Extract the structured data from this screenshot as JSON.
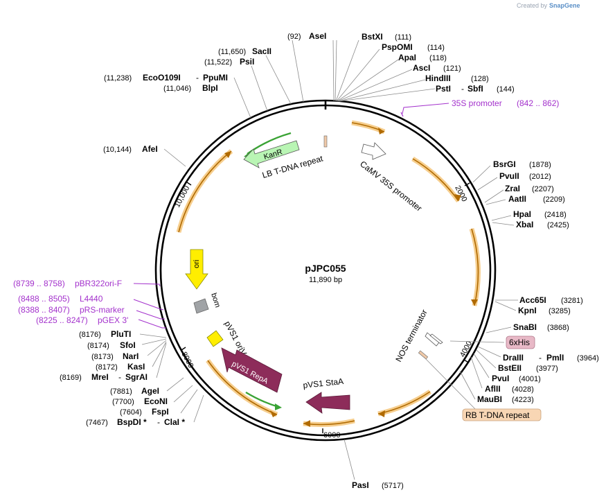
{
  "watermark": {
    "prefix": "Created by",
    "brand": "SnapGene"
  },
  "plasmid": {
    "name": "pJPC055",
    "length_label": "11,890 bp"
  },
  "ticks": [
    {
      "label": "2000"
    },
    {
      "label": "4000"
    },
    {
      "label": "6000"
    },
    {
      "label": "8000"
    },
    {
      "label": "10,000"
    }
  ],
  "enzymes_right": [
    {
      "name": "BstXI",
      "pos": "(111)"
    },
    {
      "name": "PspOMI",
      "pos": "(114)"
    },
    {
      "name": "ApaI",
      "pos": "(118)"
    },
    {
      "name": "AscI",
      "pos": "(121)"
    },
    {
      "name": "HindIII",
      "pos": "(128)"
    },
    {
      "name": "PstI",
      "name2": "SbfI",
      "pos": "(144)"
    },
    {
      "name": "BsrGI",
      "pos": "(1878)"
    },
    {
      "name": "PvuII",
      "pos": "(2012)"
    },
    {
      "name": "ZraI",
      "pos": "(2207)"
    },
    {
      "name": "AatII",
      "pos": "(2209)"
    },
    {
      "name": "HpaI",
      "pos": "(2418)"
    },
    {
      "name": "XbaI",
      "pos": "(2425)"
    },
    {
      "name": "Acc65I",
      "pos": "(3281)"
    },
    {
      "name": "KpnI",
      "pos": "(3285)"
    },
    {
      "name": "SnaBI",
      "pos": "(3868)"
    },
    {
      "name": "DraIII",
      "name2": "PmlI",
      "pos": "(3964)"
    },
    {
      "name": "BstEII",
      "pos": "(3977)"
    },
    {
      "name": "PvuI",
      "pos": "(4001)"
    },
    {
      "name": "AflII",
      "pos": "(4028)"
    },
    {
      "name": "MauBI",
      "pos": "(4223)"
    },
    {
      "name": "PasI",
      "pos": "(5717)"
    }
  ],
  "enzymes_left": [
    {
      "name": "AseI",
      "pos": "(92)"
    },
    {
      "name": "SacII",
      "pos": "(11,650)"
    },
    {
      "name": "PsiI",
      "pos": "(11,522)"
    },
    {
      "name": "EcoO109I",
      "name2": "PpuMI",
      "pos": "(11,238)"
    },
    {
      "name": "BlpI",
      "pos": "(11,046)"
    },
    {
      "name": "AfeI",
      "pos": "(10,144)"
    },
    {
      "name": "PluTI",
      "pos": "(8176)"
    },
    {
      "name": "SfoI",
      "pos": "(8174)"
    },
    {
      "name": "NarI",
      "pos": "(8173)"
    },
    {
      "name": "KasI",
      "pos": "(8172)"
    },
    {
      "name": "MreI",
      "name2": "SgrAI",
      "pos": "(8169)"
    },
    {
      "name": "AgeI",
      "pos": "(7881)"
    },
    {
      "name": "EcoNI",
      "pos": "(7700)"
    },
    {
      "name": "FspI",
      "pos": "(7604)"
    },
    {
      "name": "BspDI *",
      "name2": "ClaI *",
      "pos": "(7467)"
    }
  ],
  "primers": [
    {
      "name": "35S promoter",
      "pos": "(842 .. 862)"
    },
    {
      "name": "pBR322ori-F",
      "pos": "(8739 .. 8758)"
    },
    {
      "name": "L4440",
      "pos": "(8488 .. 8505)"
    },
    {
      "name": "pRS-marker",
      "pos": "(8388 .. 8407)"
    },
    {
      "name": "pGEX 3'",
      "pos": "(8225 .. 8247)"
    }
  ],
  "features": {
    "kanr": "KanR",
    "lb_repeat": "LB T-DNA repeat",
    "camv_promoter": "CaMV 35S promoter",
    "ori": "ori",
    "bom": "bom",
    "pvs1_oriv": "pVS1 oriV",
    "pvs1_repa": "pVS1 RepA",
    "pvs1_staa": "pVS1 StaA",
    "nos_terminator": "NOS terminator",
    "his_tag": "6xHis",
    "rb_repeat": "RB T-DNA repeat"
  },
  "colors": {
    "orf_fill": "#f5c67a",
    "orf_arrow": "#b06a00",
    "kanr": "#b9f5b4",
    "ori": "#ffee00",
    "repa": "#8d2c5a",
    "bom": "#a0a3a6",
    "oriv": "#ffee00",
    "his_box": "#e8b9c7",
    "rb_box": "#f8d6b4",
    "primer": "#a331cc"
  }
}
